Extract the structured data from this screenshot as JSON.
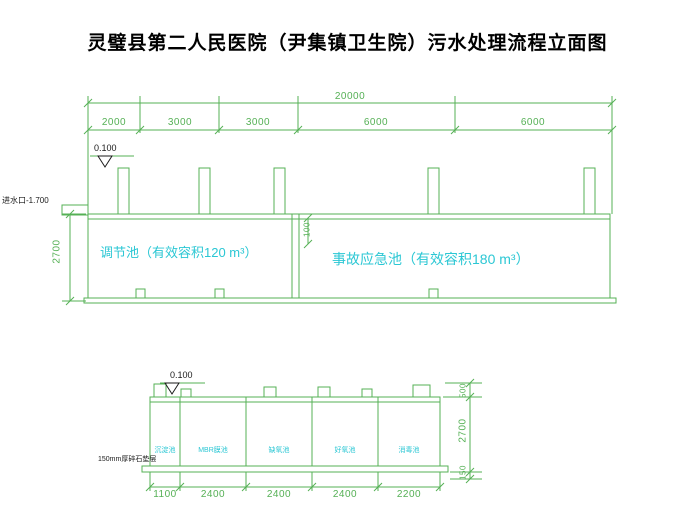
{
  "colors": {
    "line": "#55b055",
    "label": "#2bc7d4",
    "ink": "#1a1a1a"
  },
  "title": "灵璧县第二人民医院（尹集镇卫生院）污水处理流程立面图",
  "upper_view": {
    "total_dim": "20000",
    "segment_dims": [
      "2000",
      "3000",
      "3000",
      "6000",
      "6000"
    ],
    "elevation": "0.100",
    "inlet_label": "进水口-1.700",
    "depth_dim": "2700",
    "step_dim": "100",
    "tank_labels": [
      "调节池（有效容积120 m³）",
      "事故应急池（有效容积180 m³）"
    ]
  },
  "lower_view": {
    "elevation": "0.100",
    "compartment_labels": [
      "沉淀池",
      "MBR膜池",
      "缺氧池",
      "好氧池",
      "消毒池"
    ],
    "base_note": "150mm厚碎石垫层",
    "right_dims": [
      "500",
      "2700",
      "150"
    ],
    "bottom_dims": [
      "1100",
      "2400",
      "2400",
      "2400",
      "2200"
    ]
  }
}
